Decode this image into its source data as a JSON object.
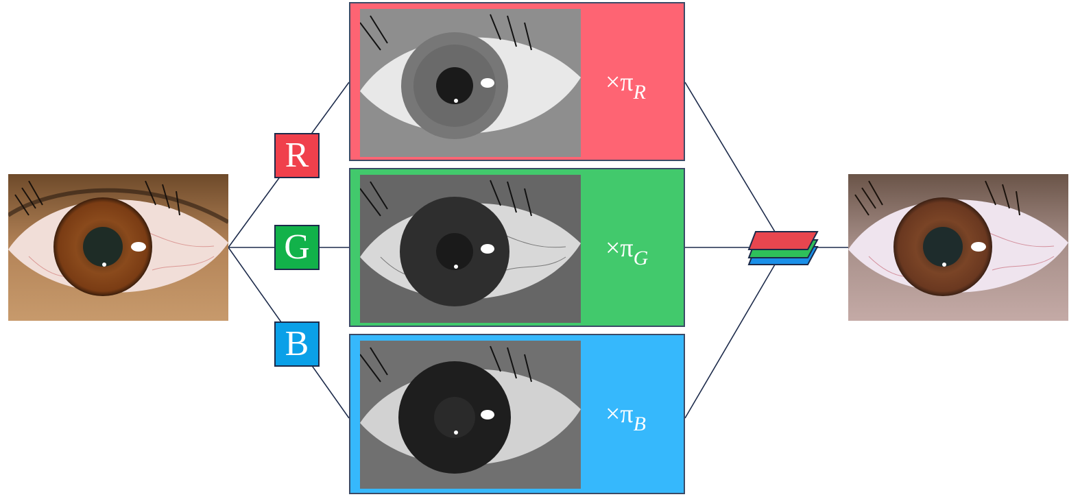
{
  "colors": {
    "red": "#f0404c",
    "green": "#12b24a",
    "blue": "#0aa0e8",
    "red_panel": "#fe6473",
    "green_panel": "#42c96c",
    "blue_panel": "#36b8fc",
    "line": "#1c2a4a"
  },
  "input": {
    "name": "color-eye-photo"
  },
  "output": {
    "name": "recombined-eye-photo"
  },
  "channels": [
    {
      "id": "R",
      "label": "R",
      "weight_symbol": "×π",
      "weight_sub": "R"
    },
    {
      "id": "G",
      "label": "G",
      "weight_symbol": "×π",
      "weight_sub": "G"
    },
    {
      "id": "B",
      "label": "B",
      "weight_symbol": "×π",
      "weight_sub": "B"
    }
  ],
  "merge_icon": "stacked-layers-icon"
}
